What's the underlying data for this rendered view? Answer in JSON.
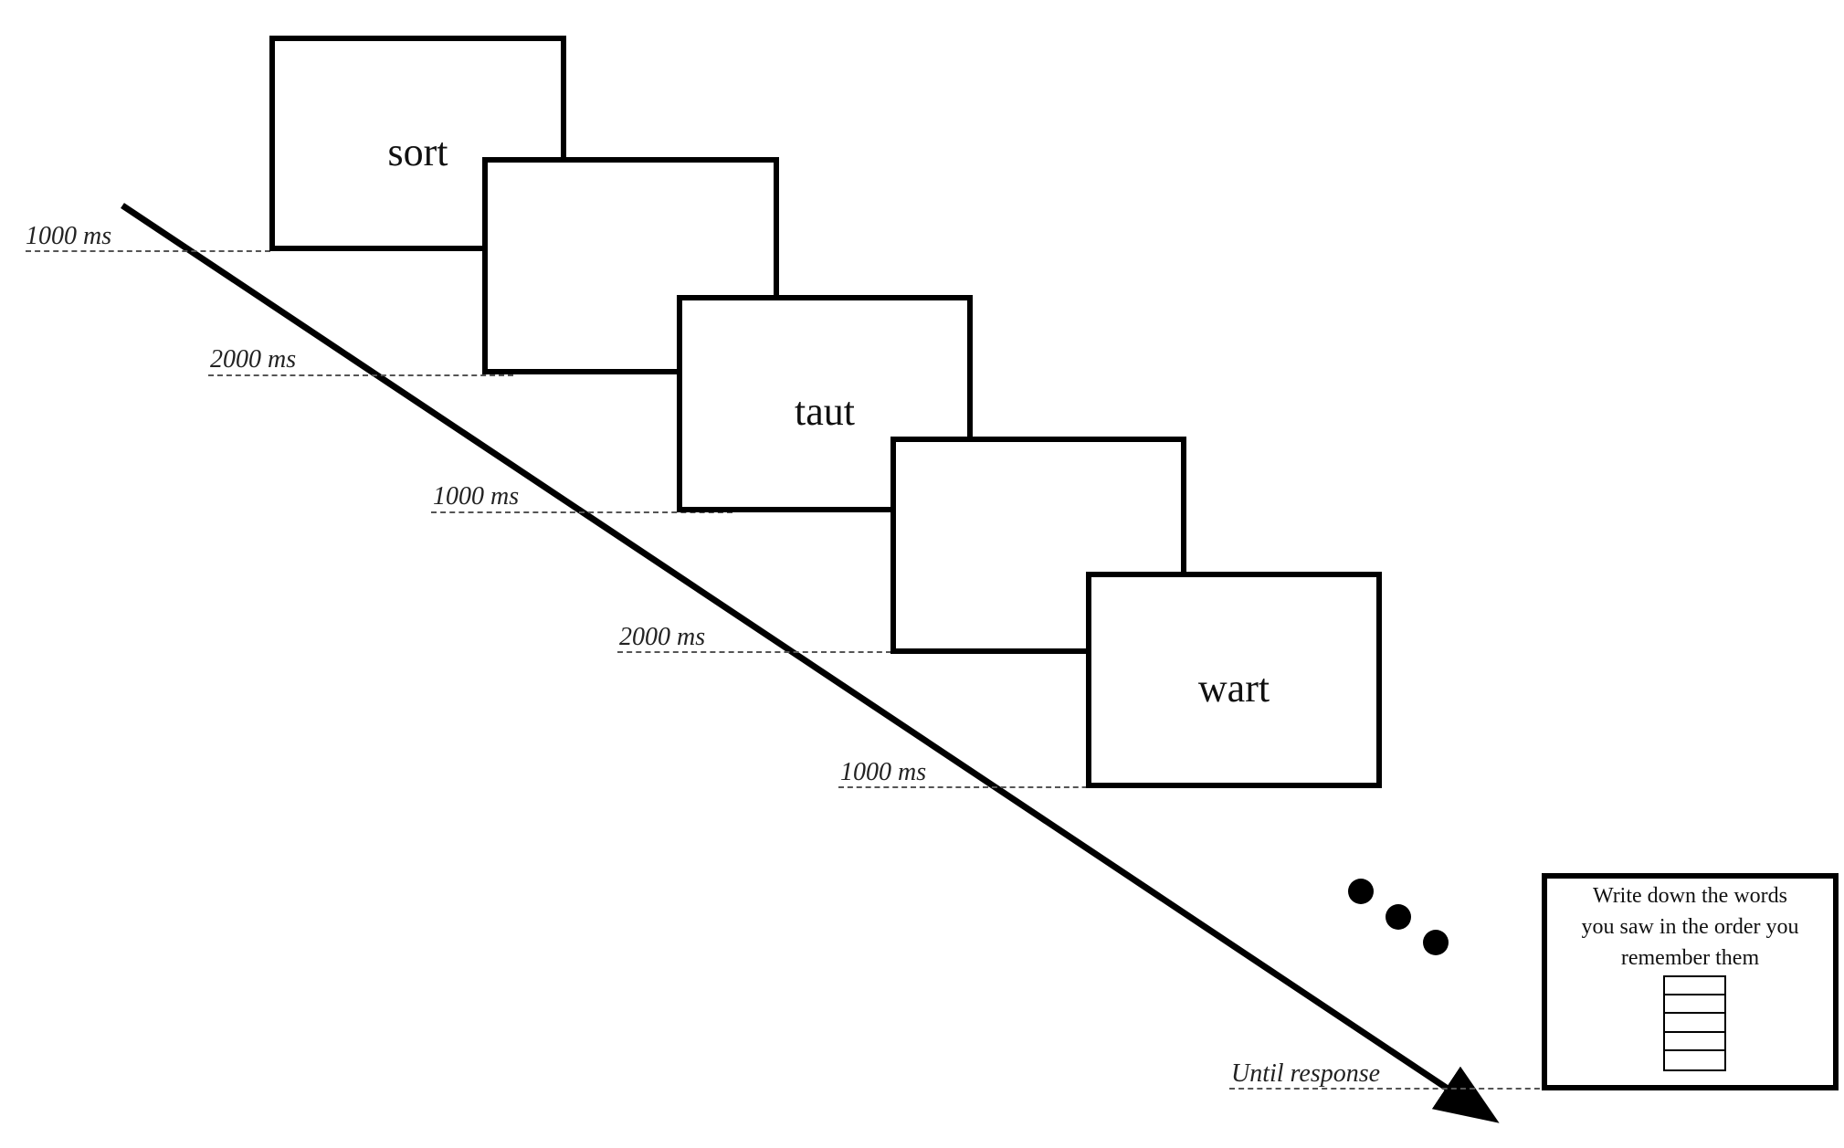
{
  "stimuli": [
    {
      "word": "sort"
    },
    {
      "word": ""
    },
    {
      "word": "taut"
    },
    {
      "word": ""
    },
    {
      "word": "wart"
    }
  ],
  "timings": [
    {
      "label": "1000 ms"
    },
    {
      "label": "2000 ms"
    },
    {
      "label": "1000 ms"
    },
    {
      "label": "2000 ms"
    },
    {
      "label": "1000 ms"
    },
    {
      "label": "Until response"
    }
  ],
  "recall": {
    "lines": [
      "Write down the words",
      "you saw in the order you",
      "remember them"
    ],
    "answer_slots": 5
  },
  "ellipsis_dots": 3,
  "colors": {
    "stroke": "#000000",
    "dashed": "#555555",
    "background": "#ffffff"
  }
}
